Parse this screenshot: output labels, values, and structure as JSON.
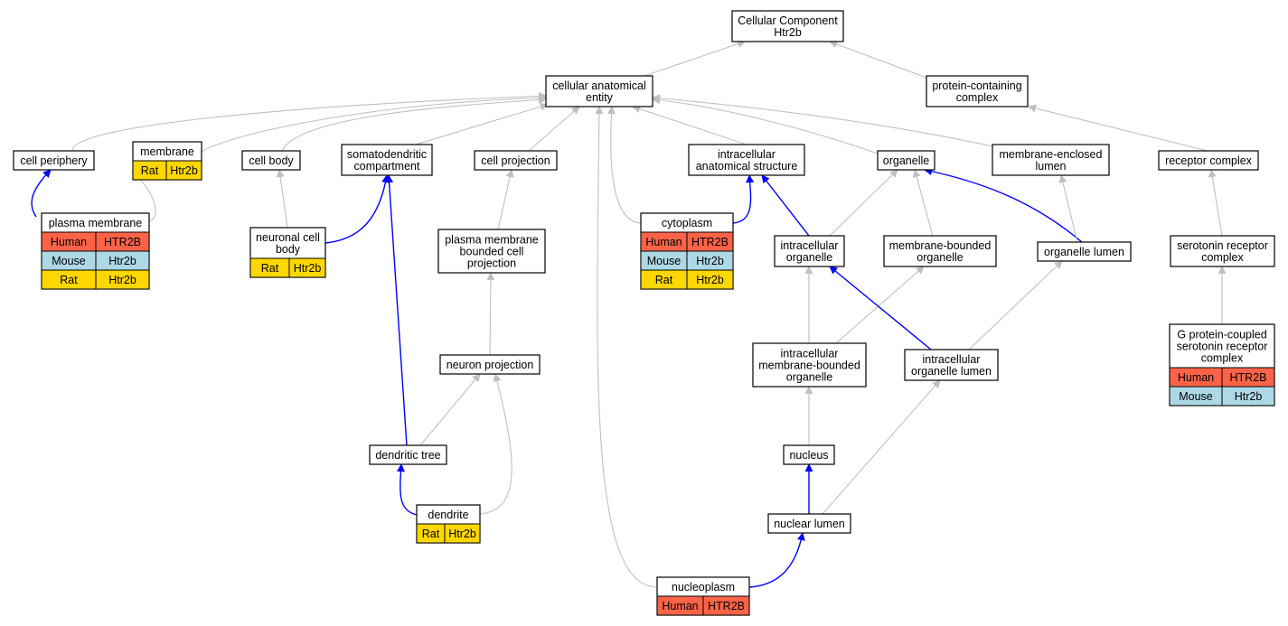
{
  "colors": {
    "human": "#ff6347",
    "mouse": "#add8e6",
    "rat": "#ffd700",
    "edge_default": "#c0c0c0",
    "edge_highlight": "#0000ff",
    "border": "#000000",
    "background": "#ffffff"
  },
  "nodes": [
    {
      "id": "root",
      "label": [
        "Cellular Component",
        "Htr2b"
      ]
    },
    {
      "id": "cae",
      "label": [
        "cellular anatomical",
        "entity"
      ]
    },
    {
      "id": "pcc",
      "label": [
        "protein-containing",
        "complex"
      ]
    },
    {
      "id": "cellper",
      "label": [
        "cell periphery"
      ]
    },
    {
      "id": "membrane",
      "label": [
        "membrane"
      ],
      "annotations": [
        {
          "species": "Rat",
          "gene": "Htr2b"
        }
      ]
    },
    {
      "id": "cellbody",
      "label": [
        "cell body"
      ]
    },
    {
      "id": "somato",
      "label": [
        "somatodendritic",
        "compartment"
      ]
    },
    {
      "id": "cellproj",
      "label": [
        "cell projection"
      ]
    },
    {
      "id": "ias",
      "label": [
        "intracellular",
        "anatomical structure"
      ]
    },
    {
      "id": "organelle",
      "label": [
        "organelle"
      ]
    },
    {
      "id": "mel",
      "label": [
        "membrane-enclosed",
        "lumen"
      ]
    },
    {
      "id": "rc",
      "label": [
        "receptor complex"
      ]
    },
    {
      "id": "pm",
      "label": [
        "plasma membrane"
      ],
      "annotations": [
        {
          "species": "Human",
          "gene": "HTR2B"
        },
        {
          "species": "Mouse",
          "gene": "Htr2b"
        },
        {
          "species": "Rat",
          "gene": "Htr2b"
        }
      ]
    },
    {
      "id": "ncb",
      "label": [
        "neuronal cell",
        "body"
      ],
      "annotations": [
        {
          "species": "Rat",
          "gene": "Htr2b"
        }
      ]
    },
    {
      "id": "pmbcp",
      "label": [
        "plasma membrane",
        "bounded cell",
        "projection"
      ]
    },
    {
      "id": "cyto",
      "label": [
        "cytoplasm"
      ],
      "annotations": [
        {
          "species": "Human",
          "gene": "HTR2B"
        },
        {
          "species": "Mouse",
          "gene": "Htr2b"
        },
        {
          "species": "Rat",
          "gene": "Htr2b"
        }
      ]
    },
    {
      "id": "io",
      "label": [
        "intracellular",
        "organelle"
      ]
    },
    {
      "id": "mbo",
      "label": [
        "membrane-bounded",
        "organelle"
      ]
    },
    {
      "id": "ol",
      "label": [
        "organelle lumen"
      ]
    },
    {
      "id": "src",
      "label": [
        "serotonin receptor",
        "complex"
      ]
    },
    {
      "id": "np",
      "label": [
        "neuron projection"
      ]
    },
    {
      "id": "imbo",
      "label": [
        "intracellular",
        "membrane-bounded",
        "organelle"
      ]
    },
    {
      "id": "iol",
      "label": [
        "intracellular",
        "organelle lumen"
      ]
    },
    {
      "id": "gpc",
      "label": [
        "G protein-coupled",
        "serotonin receptor",
        "complex"
      ],
      "annotations": [
        {
          "species": "Human",
          "gene": "HTR2B"
        },
        {
          "species": "Mouse",
          "gene": "Htr2b"
        }
      ]
    },
    {
      "id": "dt",
      "label": [
        "dendritic tree"
      ]
    },
    {
      "id": "nucleus",
      "label": [
        "nucleus"
      ]
    },
    {
      "id": "dendrite",
      "label": [
        "dendrite"
      ],
      "annotations": [
        {
          "species": "Rat",
          "gene": "Htr2b"
        }
      ]
    },
    {
      "id": "nl",
      "label": [
        "nuclear lumen"
      ]
    },
    {
      "id": "nucleoplasm",
      "label": [
        "nucleoplasm"
      ],
      "annotations": [
        {
          "species": "Human",
          "gene": "HTR2B"
        }
      ]
    }
  ],
  "edges": [
    {
      "from": "cae",
      "to": "root",
      "highlight": false
    },
    {
      "from": "pcc",
      "to": "root",
      "highlight": false
    },
    {
      "from": "cellper",
      "to": "cae",
      "highlight": false
    },
    {
      "from": "membrane",
      "to": "cae",
      "highlight": false
    },
    {
      "from": "cellbody",
      "to": "cae",
      "highlight": false
    },
    {
      "from": "somato",
      "to": "cae",
      "highlight": false
    },
    {
      "from": "cellproj",
      "to": "cae",
      "highlight": false
    },
    {
      "from": "ias",
      "to": "cae",
      "highlight": false
    },
    {
      "from": "organelle",
      "to": "cae",
      "highlight": false
    },
    {
      "from": "mel",
      "to": "cae",
      "highlight": false
    },
    {
      "from": "cyto",
      "to": "cae",
      "highlight": false
    },
    {
      "from": "nucleoplasm",
      "to": "cae",
      "highlight": false
    },
    {
      "from": "rc",
      "to": "pcc",
      "highlight": false
    },
    {
      "from": "pm",
      "to": "cellper",
      "highlight": true
    },
    {
      "from": "pm",
      "to": "membrane",
      "highlight": false
    },
    {
      "from": "ncb",
      "to": "cellbody",
      "highlight": false
    },
    {
      "from": "ncb",
      "to": "somato",
      "highlight": true
    },
    {
      "from": "dt",
      "to": "somato",
      "highlight": true
    },
    {
      "from": "pmbcp",
      "to": "cellproj",
      "highlight": false
    },
    {
      "from": "np",
      "to": "pmbcp",
      "highlight": false
    },
    {
      "from": "dt",
      "to": "np",
      "highlight": false
    },
    {
      "from": "dendrite",
      "to": "np",
      "highlight": false
    },
    {
      "from": "dendrite",
      "to": "dt",
      "highlight": true
    },
    {
      "from": "cyto",
      "to": "ias",
      "highlight": true
    },
    {
      "from": "io",
      "to": "ias",
      "highlight": true
    },
    {
      "from": "io",
      "to": "organelle",
      "highlight": false
    },
    {
      "from": "mbo",
      "to": "organelle",
      "highlight": false
    },
    {
      "from": "ol",
      "to": "organelle",
      "highlight": true
    },
    {
      "from": "ol",
      "to": "mel",
      "highlight": false
    },
    {
      "from": "imbo",
      "to": "io",
      "highlight": false
    },
    {
      "from": "imbo",
      "to": "mbo",
      "highlight": false
    },
    {
      "from": "iol",
      "to": "io",
      "highlight": true
    },
    {
      "from": "iol",
      "to": "ol",
      "highlight": false
    },
    {
      "from": "nucleus",
      "to": "imbo",
      "highlight": false
    },
    {
      "from": "nl",
      "to": "nucleus",
      "highlight": true
    },
    {
      "from": "nl",
      "to": "iol",
      "highlight": false
    },
    {
      "from": "nucleoplasm",
      "to": "nl",
      "highlight": true
    },
    {
      "from": "src",
      "to": "rc",
      "highlight": false
    },
    {
      "from": "gpc",
      "to": "src",
      "highlight": false
    }
  ]
}
